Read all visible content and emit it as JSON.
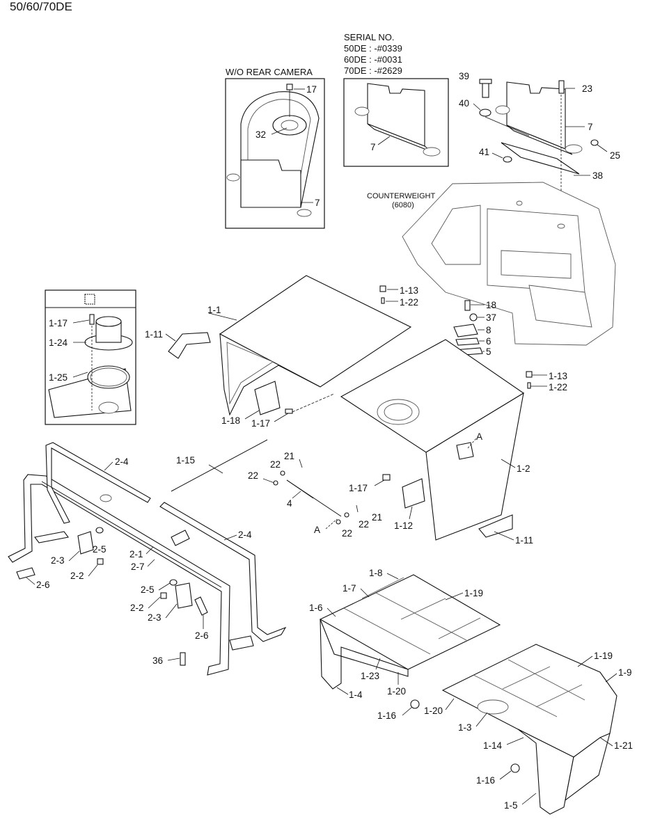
{
  "header": {
    "model": "50/60/70DE"
  },
  "insets": {
    "rear_camera": {
      "title": "W/O REAR CAMERA",
      "parts": [
        "17",
        "32",
        "7"
      ]
    },
    "serial": {
      "title": "SERIAL NO.",
      "lines": [
        "50DE : -#0339",
        "60DE : -#0031",
        "70DE : -#2629"
      ],
      "parts": [
        "7"
      ]
    },
    "detail": {
      "parts": [
        "1-17",
        "1-24",
        "1-25"
      ]
    }
  },
  "counterweight": {
    "label": "COUNTERWEIGHT",
    "code": "(6080)"
  },
  "callouts": {
    "c39": "39",
    "c40": "40",
    "c41": "41",
    "c23": "23",
    "c7": "7",
    "c25": "25",
    "c38": "38",
    "c1_1": "1-1",
    "c1_11a": "1-11",
    "c1_13a": "1-13",
    "c1_22a": "1-22",
    "c18": "18",
    "c37": "37",
    "c8": "8",
    "c6": "6",
    "c5": "5",
    "c1_13b": "1-13",
    "c1_22b": "1-22",
    "c1_18": "1-18",
    "c1_17a": "1-17",
    "cA1": "A",
    "c1_2": "1-2",
    "c2_4a": "2-4",
    "c1_15": "1-15",
    "c21a": "21",
    "c22a": "22",
    "c22b": "22",
    "c4": "4",
    "c1_17b": "1-17",
    "c1_12": "1-12",
    "c21b": "21",
    "c22c": "22",
    "cA2": "A",
    "c22d": "22",
    "c1_11b": "1-11",
    "c2_4b": "2-4",
    "c2_5a": "2-5",
    "c2_3a": "2-3",
    "c2_1": "2-1",
    "c2_7": "2-7",
    "c2_2a": "2-2",
    "c2_6a": "2-6",
    "c2_5b": "2-5",
    "c2_2b": "2-2",
    "c2_3b": "2-3",
    "c2_6b": "2-6",
    "c36": "36",
    "c1_8": "1-8",
    "c1_7": "1-7",
    "c1_19a": "1-19",
    "c1_6": "1-6",
    "c1_23": "1-23",
    "c1_20a": "1-20",
    "c1_4": "1-4",
    "c1_16a": "1-16",
    "c1_19b": "1-19",
    "c1_9": "1-9",
    "c1_20b": "1-20",
    "c1_3": "1-3",
    "c1_14": "1-14",
    "c1_21": "1-21",
    "c1_16b": "1-16",
    "c1_5": "1-5"
  }
}
